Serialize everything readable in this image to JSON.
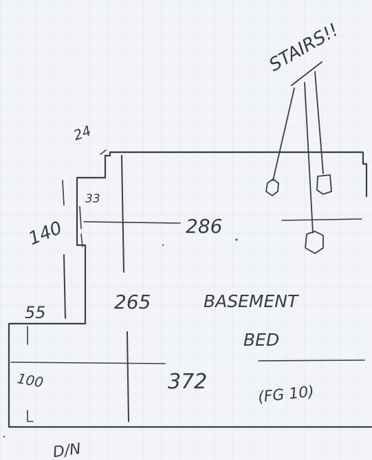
{
  "labels": {
    "stairs_note": "STAIRS!!",
    "dim_24": "24",
    "dim_33": "33",
    "dim_140": "140",
    "dim_286": "286",
    "dim_265": "265",
    "room_name_line1": "BASEMENT",
    "room_name_line2": "BED",
    "room_note": "(FG 10)",
    "dim_55": "55",
    "dim_100": "100",
    "dim_372": "372",
    "corner_note": "D/N"
  },
  "colors": {
    "paper": "#f2f4f9",
    "ink": "#3b3d44"
  },
  "icons": [
    "stair-post-icon",
    "stair-post-icon",
    "stair-post-icon"
  ]
}
